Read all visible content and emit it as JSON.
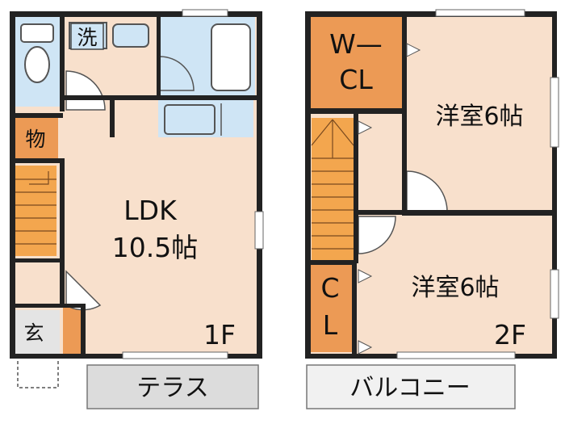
{
  "floor1": {
    "ldk_name": "LDK",
    "ldk_size": "10.5帖",
    "wash_label": "洗",
    "storage_label": "物",
    "entrance_label": "玄",
    "terrace_label": "テラス",
    "floor_label": "1F"
  },
  "floor2": {
    "wcl_label_1": "W—",
    "wcl_label_2": "CL",
    "room_a_label": "洋室6帖",
    "room_b_label": "洋室6帖",
    "closet_label_1": "C",
    "closet_label_2": "L",
    "balcony_label": "バルコニー",
    "floor_label": "2F"
  },
  "colors": {
    "room_fill": "#f8e0cc",
    "wet_area": "#cfe5f5",
    "storage": "#ec9a55",
    "stairs": "#f3a64e",
    "terrace": "#dcdcdc",
    "wall": "#222222"
  }
}
